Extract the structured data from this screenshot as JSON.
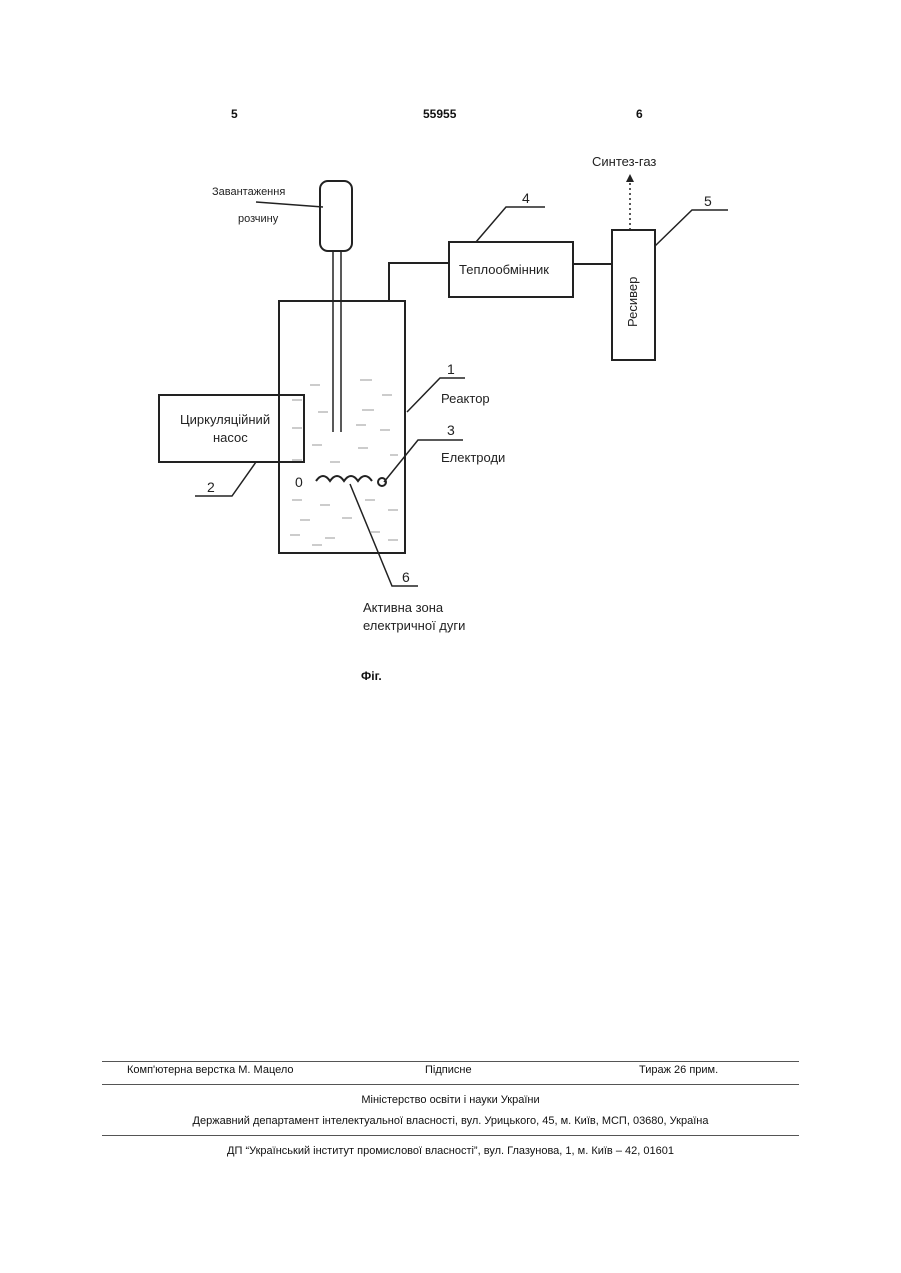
{
  "header": {
    "page_left": "5",
    "patent_number": "55955",
    "page_right": "6"
  },
  "figure": {
    "loading_label_line1": "Завантаження",
    "loading_label_line2": "розчину",
    "synthesis_gas_label": "Синтез-газ",
    "heat_exchanger_label": "Теплообмінник",
    "receiver_label": "Ресивер",
    "pump_label_line1": "Циркуляційний",
    "pump_label_line2": "насос",
    "reactor_label": "Реактор",
    "electrodes_label": "Електроди",
    "arc_zone_line1": "Активна зона",
    "arc_zone_line2": "електричної дуги",
    "callout_numbers": [
      "1",
      "2",
      "3",
      "4",
      "5",
      "6"
    ],
    "electrode_zero_label": "0",
    "caption": "Фіг."
  },
  "footer": {
    "layout_credit": "Комп'ютерна верстка М. Мацело",
    "signed": "Підписне",
    "print_run": "Тираж 26 прим.",
    "ministry": "Міністерство освіти і науки України",
    "department": "Державний департамент інтелектуальної власності, вул. Урицького, 45, м. Київ, МСП, 03680, Україна",
    "institute": "ДП “Український інститут промислової власності”, вул. Глазунова, 1, м. Київ – 42, 01601"
  }
}
